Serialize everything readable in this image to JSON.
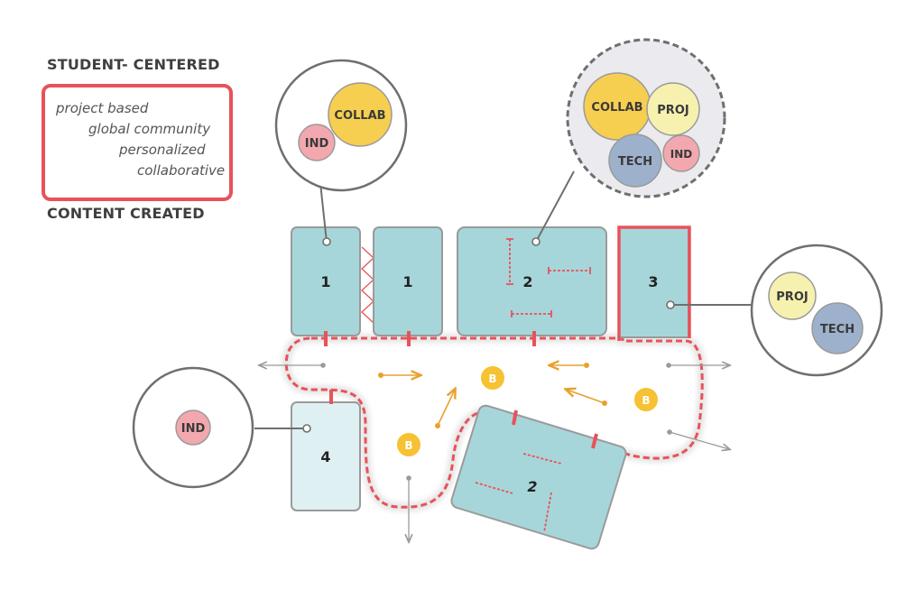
{
  "legend": {
    "top_heading": "STUDENT- CENTERED",
    "bottom_heading": "CONTENT CREATED",
    "items": [
      "project based",
      "global community",
      "personalized",
      "collaborative"
    ]
  },
  "rooms": {
    "room_1a": "1",
    "room_1b": "1",
    "room_2_top": "2",
    "room_3": "3",
    "room_4": "4",
    "room_2_bottom": "2"
  },
  "callouts": {
    "room_1": [
      "IND",
      "COLLAB"
    ],
    "room_2": [
      "COLLAB",
      "PROJ",
      "TECH",
      "IND"
    ],
    "room_3": [
      "PROJ",
      "TECH"
    ],
    "room_4": [
      "IND"
    ]
  },
  "markers": {
    "b_label": "B"
  },
  "colors": {
    "room_fill": "#a7d6da",
    "room_fill_light": "#dff0f3",
    "accent_red": "#e8525a",
    "collab": "#f6cf50",
    "proj": "#f7f1b0",
    "tech": "#9db1cc",
    "ind": "#f2a8ae",
    "arrow_orange": "#e9a02e"
  }
}
